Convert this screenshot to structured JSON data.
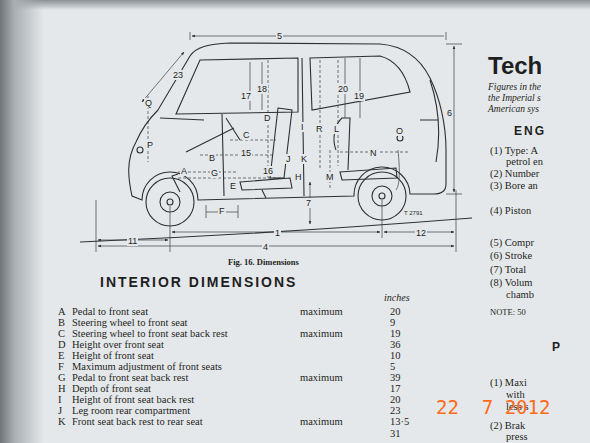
{
  "diagram": {
    "caption": "Fig. 16. Dimensions",
    "labels": [
      "23",
      "17",
      "18",
      "20",
      "19",
      "5",
      "6",
      "Q",
      "P",
      "D",
      "C",
      "B",
      "15",
      "G",
      "16",
      "H",
      "I",
      "R",
      "L",
      "O",
      "J",
      "K",
      "N",
      "M",
      "A",
      "E",
      "F",
      "7",
      "11",
      "1",
      "12",
      "4",
      "T 2791",
      "INTERIOR DIMENSIONS",
      "inches",
      "A",
      "Pedal to front seat",
      "maximum",
      "20",
      "B",
      "Steering wheel to front seat",
      "9",
      "C",
      "Steering wheel to front seat back rest",
      "maximum",
      "19",
      "D",
      "Height over front seat",
      "36",
      "E",
      "Height of front seat",
      "10",
      "F",
      "Maximum adjustment of front seats",
      "5",
      "G",
      "Pedal to front seat back rest",
      "maximum",
      "39",
      "H",
      "Depth of front seat",
      "17",
      "I",
      "Height of front seat back rest",
      "20",
      "J",
      "Leg room rear compartment",
      "23",
      "K",
      "Front seat back rest to rear seat",
      "maximum",
      "13·5",
      "31",
      "Tech",
      "Figures in the",
      "the Imperial s",
      "American sys",
      "ENG",
      "(1) Type: A",
      "petrol en",
      "(2) Number",
      "(3) Bore an",
      "(4) Piston",
      "(5) Compr",
      "(6) Stroke",
      "(7) Total",
      "(8) Volum",
      "chamb",
      "NOTE: 50",
      "P",
      "(1) Maxi",
      "with",
      "less s",
      "(2) Brak",
      "press",
      "22  7 2012"
    ]
  }
}
